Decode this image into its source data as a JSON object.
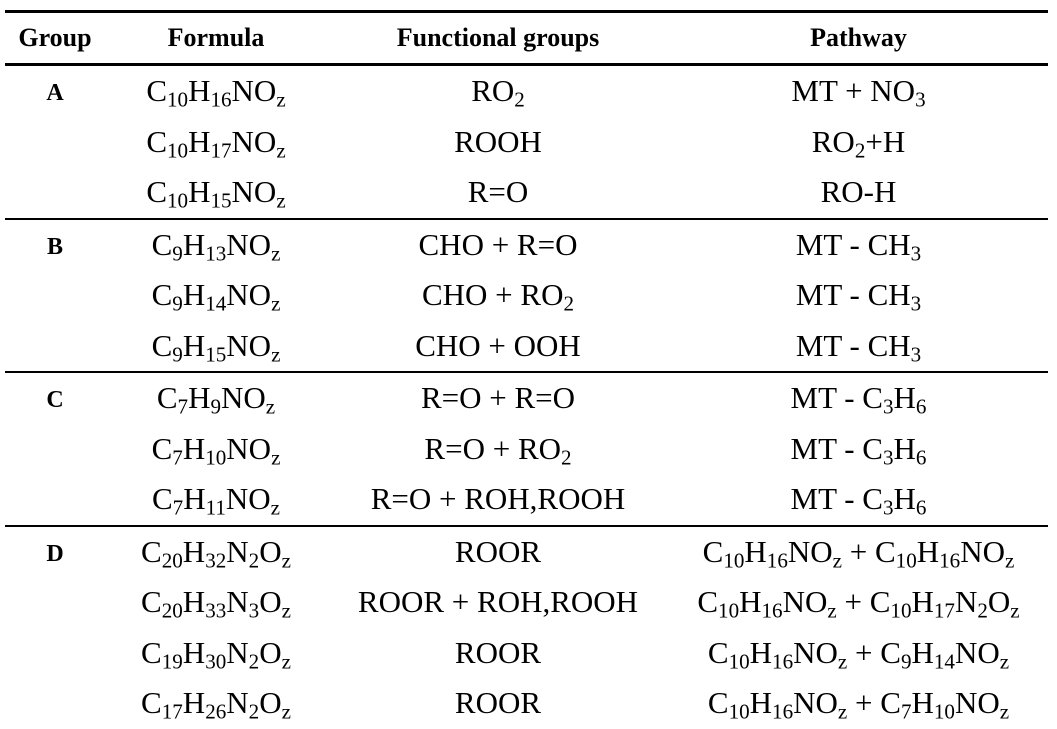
{
  "headers": [
    "Group",
    "Formula",
    "Functional groups",
    "Pathway"
  ],
  "groups": [
    {
      "label": "A",
      "rows": [
        {
          "formula": [
            [
              "C",
              ""
            ],
            [
              "10",
              "s"
            ],
            [
              "H",
              ""
            ],
            [
              "16",
              "s"
            ],
            [
              "NO",
              ""
            ],
            [
              "z",
              "s"
            ]
          ],
          "functional": [
            [
              "RO",
              ""
            ],
            [
              "2",
              "s"
            ]
          ],
          "pathway": [
            [
              "MT + NO",
              ""
            ],
            [
              "3",
              "s"
            ]
          ]
        },
        {
          "formula": [
            [
              "C",
              ""
            ],
            [
              "10",
              "s"
            ],
            [
              "H",
              ""
            ],
            [
              "17",
              "s"
            ],
            [
              "NO",
              ""
            ],
            [
              "z",
              "s"
            ]
          ],
          "functional": [
            [
              "ROOH",
              ""
            ]
          ],
          "pathway": [
            [
              "RO",
              ""
            ],
            [
              "2",
              "s"
            ],
            [
              "+H",
              ""
            ]
          ]
        },
        {
          "formula": [
            [
              "C",
              ""
            ],
            [
              "10",
              "s"
            ],
            [
              "H",
              ""
            ],
            [
              "15",
              "s"
            ],
            [
              "NO",
              ""
            ],
            [
              "z",
              "s"
            ]
          ],
          "functional": [
            [
              "R=O",
              ""
            ]
          ],
          "pathway": [
            [
              "RO-H",
              ""
            ]
          ]
        }
      ]
    },
    {
      "label": "B",
      "rows": [
        {
          "formula": [
            [
              "C",
              ""
            ],
            [
              "9",
              "s"
            ],
            [
              "H",
              ""
            ],
            [
              "13",
              "s"
            ],
            [
              "NO",
              ""
            ],
            [
              "z",
              "s"
            ]
          ],
          "functional": [
            [
              "CHO + R=O",
              ""
            ]
          ],
          "pathway": [
            [
              "MT - CH",
              ""
            ],
            [
              "3",
              "s"
            ]
          ]
        },
        {
          "formula": [
            [
              "C",
              ""
            ],
            [
              "9",
              "s"
            ],
            [
              "H",
              ""
            ],
            [
              "14",
              "s"
            ],
            [
              "NO",
              ""
            ],
            [
              "z",
              "s"
            ]
          ],
          "functional": [
            [
              "CHO + RO",
              ""
            ],
            [
              "2",
              "s"
            ]
          ],
          "pathway": [
            [
              "MT - CH",
              ""
            ],
            [
              "3",
              "s"
            ]
          ]
        },
        {
          "formula": [
            [
              "C",
              ""
            ],
            [
              "9",
              "s"
            ],
            [
              "H",
              ""
            ],
            [
              "15",
              "s"
            ],
            [
              "NO",
              ""
            ],
            [
              "z",
              "s"
            ]
          ],
          "functional": [
            [
              "CHO + OOH",
              ""
            ]
          ],
          "pathway": [
            [
              "MT - CH",
              ""
            ],
            [
              "3",
              "s"
            ]
          ]
        }
      ]
    },
    {
      "label": "C",
      "rows": [
        {
          "formula": [
            [
              "C",
              ""
            ],
            [
              "7",
              "s"
            ],
            [
              "H",
              ""
            ],
            [
              "9",
              "s"
            ],
            [
              "NO",
              ""
            ],
            [
              "z",
              "s"
            ]
          ],
          "functional": [
            [
              "R=O + R=O",
              ""
            ]
          ],
          "pathway": [
            [
              "MT - C",
              ""
            ],
            [
              "3",
              "s"
            ],
            [
              "H",
              ""
            ],
            [
              "6",
              "s"
            ]
          ]
        },
        {
          "formula": [
            [
              "C",
              ""
            ],
            [
              "7",
              "s"
            ],
            [
              "H",
              ""
            ],
            [
              "10",
              "s"
            ],
            [
              "NO",
              ""
            ],
            [
              "z",
              "s"
            ]
          ],
          "functional": [
            [
              "R=O + RO",
              ""
            ],
            [
              "2",
              "s"
            ]
          ],
          "pathway": [
            [
              "MT - C",
              ""
            ],
            [
              "3",
              "s"
            ],
            [
              "H",
              ""
            ],
            [
              "6",
              "s"
            ]
          ]
        },
        {
          "formula": [
            [
              "C",
              ""
            ],
            [
              "7",
              "s"
            ],
            [
              "H",
              ""
            ],
            [
              "11",
              "s"
            ],
            [
              "NO",
              ""
            ],
            [
              "z",
              "s"
            ]
          ],
          "functional": [
            [
              "R=O + ROH,ROOH",
              ""
            ]
          ],
          "pathway": [
            [
              "MT - C",
              ""
            ],
            [
              "3",
              "s"
            ],
            [
              "H",
              ""
            ],
            [
              "6",
              "s"
            ]
          ]
        }
      ]
    },
    {
      "label": "D",
      "rows": [
        {
          "formula": [
            [
              "C",
              ""
            ],
            [
              "20",
              "s"
            ],
            [
              "H",
              ""
            ],
            [
              "32",
              "s"
            ],
            [
              "N",
              ""
            ],
            [
              "2",
              "s"
            ],
            [
              "O",
              ""
            ],
            [
              "z",
              "s"
            ]
          ],
          "functional": [
            [
              "ROOR",
              ""
            ]
          ],
          "pathway": [
            [
              "C",
              ""
            ],
            [
              "10",
              "s"
            ],
            [
              "H",
              ""
            ],
            [
              "16",
              "s"
            ],
            [
              "NO",
              ""
            ],
            [
              "z",
              "s"
            ],
            [
              " + C",
              ""
            ],
            [
              "10",
              "s"
            ],
            [
              "H",
              ""
            ],
            [
              "16",
              "s"
            ],
            [
              "NO",
              ""
            ],
            [
              "z",
              "s"
            ]
          ]
        },
        {
          "formula": [
            [
              "C",
              ""
            ],
            [
              "20",
              "s"
            ],
            [
              "H",
              ""
            ],
            [
              "33",
              "s"
            ],
            [
              "N",
              ""
            ],
            [
              "3",
              "s"
            ],
            [
              "O",
              ""
            ],
            [
              "z",
              "s"
            ]
          ],
          "functional": [
            [
              "ROOR + ROH,ROOH",
              ""
            ]
          ],
          "pathway": [
            [
              "C",
              ""
            ],
            [
              "10",
              "s"
            ],
            [
              "H",
              ""
            ],
            [
              "16",
              "s"
            ],
            [
              "NO",
              ""
            ],
            [
              "z",
              "s"
            ],
            [
              " + C",
              ""
            ],
            [
              "10",
              "s"
            ],
            [
              "H",
              ""
            ],
            [
              "17",
              "s"
            ],
            [
              "N",
              ""
            ],
            [
              "2",
              "s"
            ],
            [
              "O",
              ""
            ],
            [
              "z",
              "s"
            ]
          ]
        },
        {
          "formula": [
            [
              "C",
              ""
            ],
            [
              "19",
              "s"
            ],
            [
              "H",
              ""
            ],
            [
              "30",
              "s"
            ],
            [
              "N",
              ""
            ],
            [
              "2",
              "s"
            ],
            [
              "O",
              ""
            ],
            [
              "z",
              "s"
            ]
          ],
          "functional": [
            [
              "ROOR",
              ""
            ]
          ],
          "pathway": [
            [
              "C",
              ""
            ],
            [
              "10",
              "s"
            ],
            [
              "H",
              ""
            ],
            [
              "16",
              "s"
            ],
            [
              "NO",
              ""
            ],
            [
              "z",
              "s"
            ],
            [
              " + C",
              ""
            ],
            [
              "9",
              "s"
            ],
            [
              "H",
              ""
            ],
            [
              "14",
              "s"
            ],
            [
              "NO",
              ""
            ],
            [
              "z",
              "s"
            ]
          ]
        },
        {
          "formula": [
            [
              "C",
              ""
            ],
            [
              "17",
              "s"
            ],
            [
              "H",
              ""
            ],
            [
              "26",
              "s"
            ],
            [
              "N",
              ""
            ],
            [
              "2",
              "s"
            ],
            [
              "O",
              ""
            ],
            [
              "z",
              "s"
            ]
          ],
          "functional": [
            [
              "ROOR",
              ""
            ]
          ],
          "pathway": [
            [
              "C",
              ""
            ],
            [
              "10",
              "s"
            ],
            [
              "H",
              ""
            ],
            [
              "16",
              "s"
            ],
            [
              "NO",
              ""
            ],
            [
              "z",
              "s"
            ],
            [
              " + C",
              ""
            ],
            [
              "7",
              "s"
            ],
            [
              "H",
              ""
            ],
            [
              "10",
              "s"
            ],
            [
              "NO",
              ""
            ],
            [
              "z",
              "s"
            ]
          ]
        }
      ]
    }
  ]
}
